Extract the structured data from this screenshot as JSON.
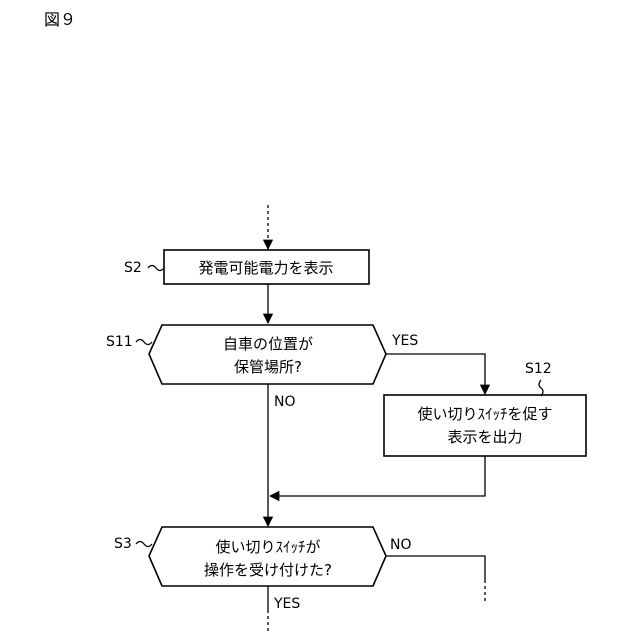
{
  "figure_label": "図９",
  "steps": {
    "s2": {
      "id": "S2",
      "text": "発電可能電力を表示"
    },
    "s11": {
      "id": "S11",
      "line1": "自車の位置が",
      "line2": "保管場所?",
      "yes": "YES",
      "no": "NO"
    },
    "s12": {
      "id": "S12",
      "line1": "使い切りｽｲｯﾁを促す",
      "line2": "表示を出力"
    },
    "s3": {
      "id": "S3",
      "line1": "使い切りｽｲｯﾁが",
      "line2": "操作を受け付けた?",
      "yes": "YES",
      "no": "NO"
    }
  }
}
